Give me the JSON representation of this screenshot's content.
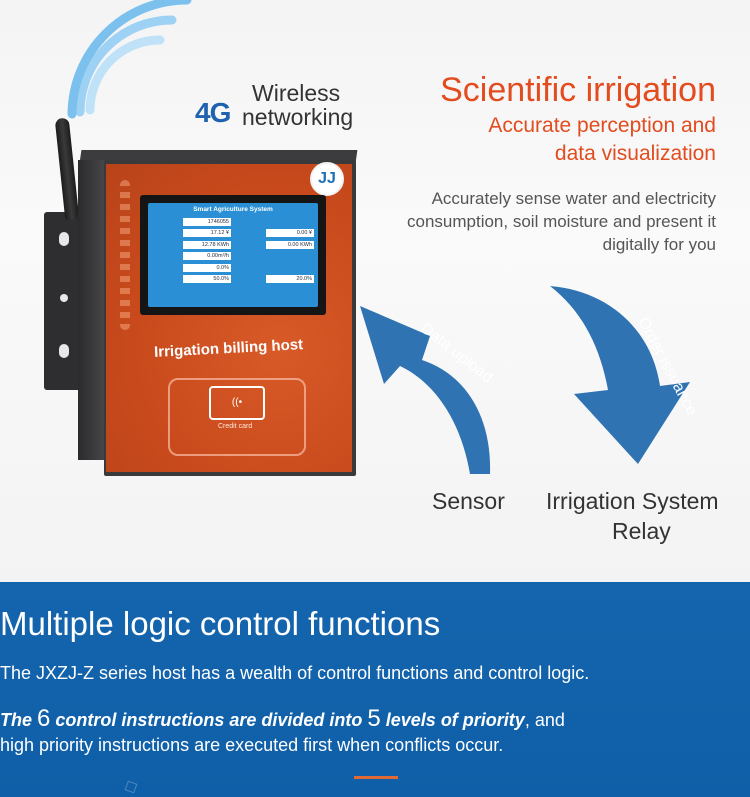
{
  "wireless": {
    "badge": "4G",
    "line1": "Wireless",
    "line2": "networking"
  },
  "heading": {
    "title": "Scientific irrigation",
    "subtitle_line1": "Accurate perception and",
    "subtitle_line2": "data visualization",
    "description": "Accurately sense water and electricity consumption, soil moisture and present it digitally for you"
  },
  "device": {
    "logo": "JJ",
    "screen_title": "Smart Agriculture System",
    "screen_left_values": [
      "1746055",
      "17.12 ¥",
      "12.78 KWh",
      "0.00m³/h",
      "0.0%",
      "50.0%"
    ],
    "screen_right_values": [
      "0.00 ¥",
      "0.00 KWh",
      "20.0%"
    ],
    "label": "Irrigation billing host",
    "card_label": "Credit card",
    "card_icon": "((•"
  },
  "flow": {
    "upload_arrow": "Data upload",
    "order_arrow": "Order issuance",
    "sensor": "Sensor",
    "irrigation_line1": "Irrigation System",
    "irrigation_line2": "Relay"
  },
  "colors": {
    "accent_orange": "#e24c1f",
    "brand_blue": "#1565ae",
    "arrow_blue": "#2f73b3",
    "device_orange": "#c84a1c"
  },
  "functions": {
    "title": "Multiple logic control functions",
    "line1": "The JXZJ-Z series host has a wealth of control functions and control logic.",
    "line2_prefix": "The ",
    "line2_num1": "6",
    "line2_mid": " control instructions are divided into ",
    "line2_num2": "5",
    "line2_suffix_bold": " levels of priority",
    "line2_tail": ", and",
    "line3": "high priority instructions are executed first when conflicts occur."
  }
}
